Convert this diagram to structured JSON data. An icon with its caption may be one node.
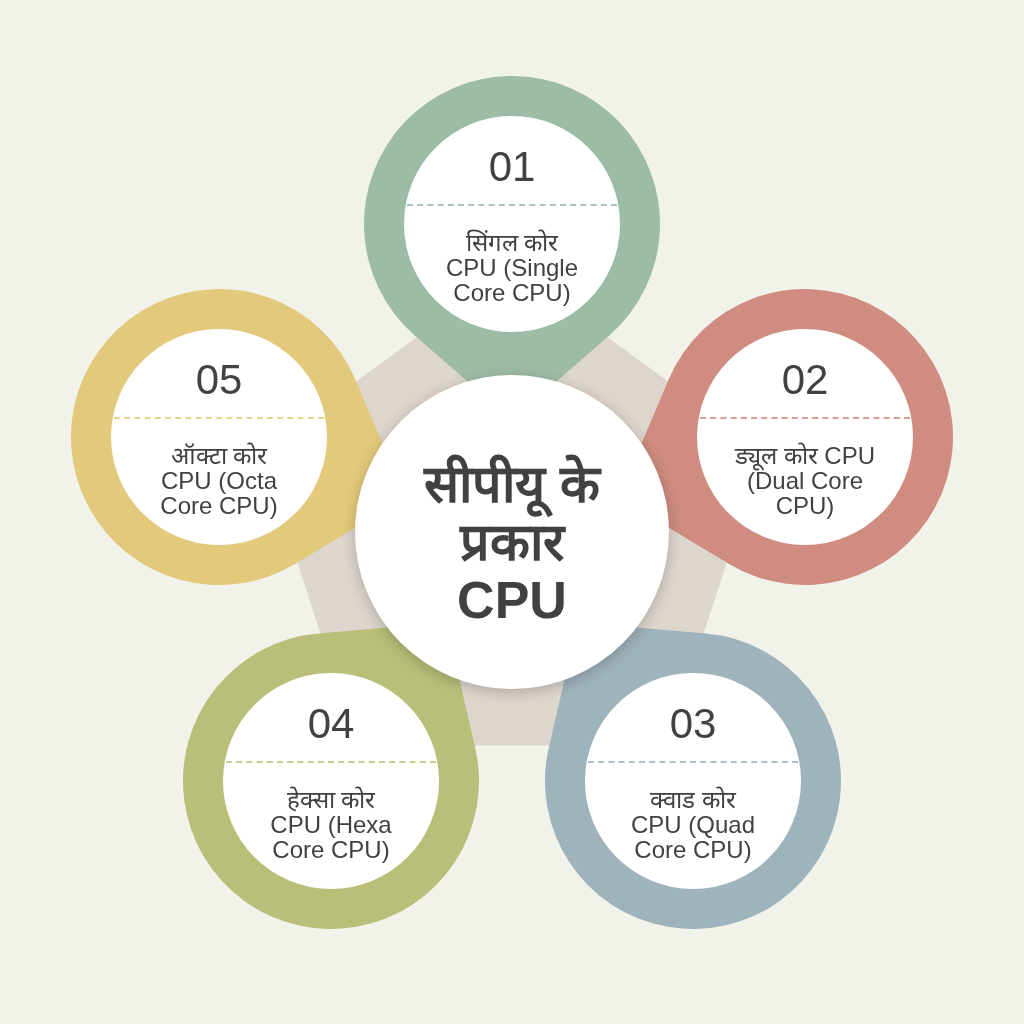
{
  "diagram": {
    "nodes": [
      {
        "text": [
          "सीपीयू के प्रकार CPU"
        ]
      },
      {
        "text": [
          "01",
          "सिंगल कोर CPU (Single Core CPU)"
        ]
      },
      {
        "text": [
          "02",
          "ड्यूल कोर CPU (Dual Core CPU)"
        ]
      },
      {
        "text": [
          "03",
          "क्वाड कोर CPU (Quad Core CPU)"
        ]
      },
      {
        "text": [
          "04",
          "हेक्सा कोर CPU (Hexa Core CPU)"
        ]
      },
      {
        "text": [
          "05",
          "ऑक्टा कोर CPU (Octa Core CPU)"
        ]
      }
    ]
  }
}
